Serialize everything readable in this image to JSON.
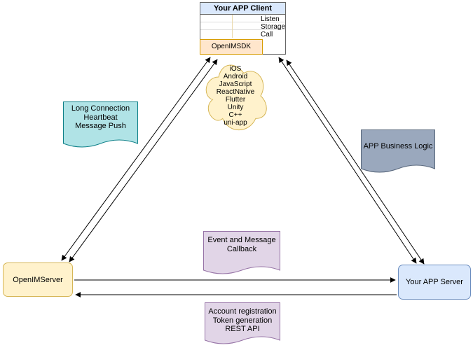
{
  "diagram": {
    "client": {
      "title": "Your APP Client",
      "rows": [
        "Listen",
        "Storage",
        "Call"
      ],
      "sdk_label": "OpenIMSDK"
    },
    "cloud_platforms": [
      "iOS",
      "Android",
      "JavaScript",
      "ReactNative",
      "Flutter",
      "Unity",
      "C++",
      "uni-app"
    ],
    "notes": {
      "long_connection": [
        "Long Connection",
        "Heartbeat",
        "Message Push"
      ],
      "business_logic": [
        "APP Business Logic"
      ],
      "event_callback": [
        "Event and Message",
        "Callback"
      ],
      "rest_api": [
        "Account registration",
        "Token generation",
        "REST API"
      ]
    },
    "servers": {
      "openim_server": "OpenIMServer",
      "app_server": "Your APP Server"
    },
    "colors": {
      "blue_fill": "#dae8fc",
      "blue_border": "#6c8ebf",
      "yellow_fill": "#fff2cc",
      "yellow_border": "#d6b656",
      "orange_fill": "#ffe6cc",
      "orange_border": "#d79b00",
      "teal_fill": "#b0e3e6",
      "teal_border": "#0e8088",
      "slate_fill": "#9aa8bd",
      "slate_border": "#56657a",
      "purple_fill": "#e1d5e7",
      "purple_border": "#9673a6",
      "arrow": "#000000"
    }
  }
}
